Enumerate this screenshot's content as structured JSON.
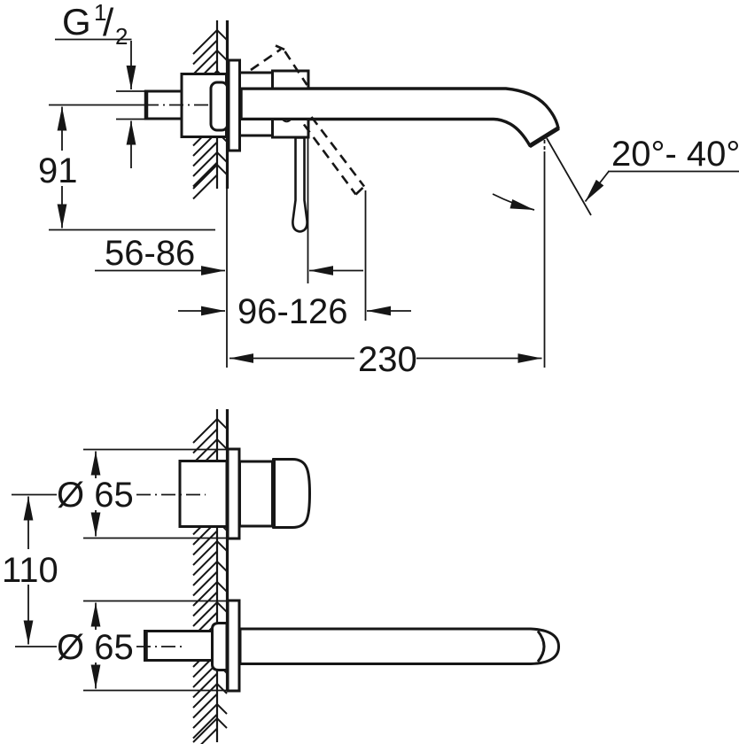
{
  "drawing": {
    "type": "technical-dimension-drawing",
    "views": {
      "top": "side section of wall-mounted basin spout with lever",
      "bottom": "bottom view of handle escutcheon and spout escutcheon"
    },
    "thread_label": {
      "prefix": "G",
      "numerator": "1",
      "slash": "/",
      "denominator": "2"
    },
    "dimensions": {
      "height_to_lever_tip": "91",
      "wall_to_handle_range": "56-86",
      "wall_to_lever_swing_range": "96-126",
      "spout_projection": "230",
      "outlet_angle_range": "20°- 40°",
      "escutcheon_diameter_handle": "Ø 65",
      "escutcheon_diameter_spout": "Ø 65",
      "center_distance": "110"
    },
    "colors": {
      "line": "#161616",
      "background": "#ffffff"
    }
  }
}
